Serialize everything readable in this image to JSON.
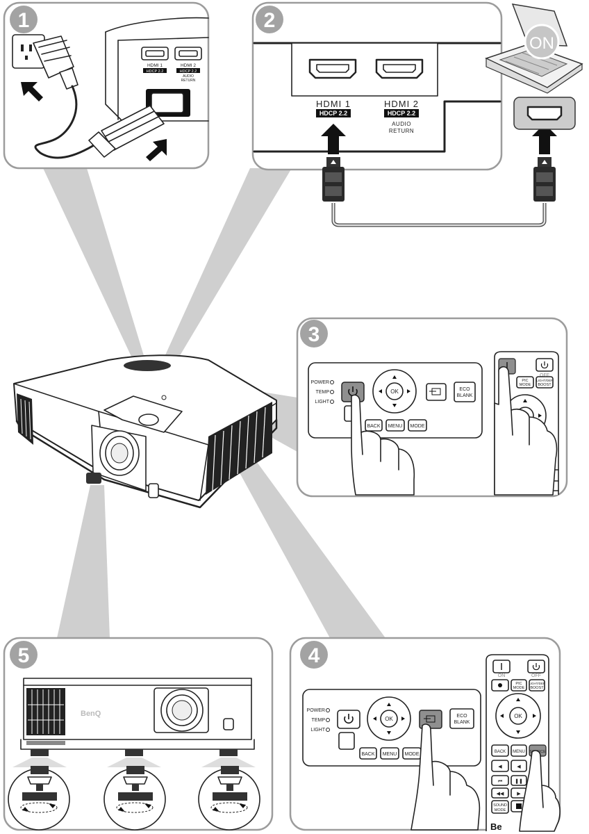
{
  "steps": [
    {
      "number": "1"
    },
    {
      "number": "2"
    },
    {
      "number": "3"
    },
    {
      "number": "4"
    },
    {
      "number": "5"
    }
  ],
  "step1": {
    "port_hdmi1": "HDMI 1",
    "port_hdcp1": "HDCP 2.2",
    "port_hdmi2": "HDMI 2",
    "port_hdcp2": "HDCP 2.2",
    "port_audio": "AUDIO",
    "port_return": "RETURN"
  },
  "step2": {
    "hdmi1_label": "HDMI 1",
    "hdmi1_hdcp": "HDCP 2.2",
    "hdmi2_label": "HDMI 2",
    "hdmi2_hdcp": "HDCP 2.2",
    "audio_label": "AUDIO",
    "return_label": "RETURN",
    "laptop_status": "ON"
  },
  "control_panel": {
    "led_power": "POWER",
    "led_temp": "TEMP",
    "led_light": "LIGHT",
    "ok": "OK",
    "eco_line1": "ECO",
    "eco_line2": "BLANK",
    "back": "BACK",
    "menu": "MENU",
    "mode": "MODE"
  },
  "remote": {
    "on_label": "ON",
    "off_label": "OFF",
    "pic_mode_1": "PIC",
    "pic_mode_2": "MODE",
    "light_boost_1": "LIGHT/DEF",
    "light_boost_2": "BOOST",
    "ok": "OK",
    "back": "BACK",
    "menu": "MENU",
    "source": "SOURCE",
    "sound_mode_1": "SOUND",
    "sound_mode_2": "MODE",
    "brand_partial": "Be"
  },
  "projector": {
    "brand": "BenQ"
  },
  "colors": {
    "panel_border": "#9c9c9c",
    "badge_fill": "#a3a3a3",
    "beam_fill": "#cfcfcf",
    "line": "#222222",
    "pressed_button": "#8f8f8f"
  }
}
